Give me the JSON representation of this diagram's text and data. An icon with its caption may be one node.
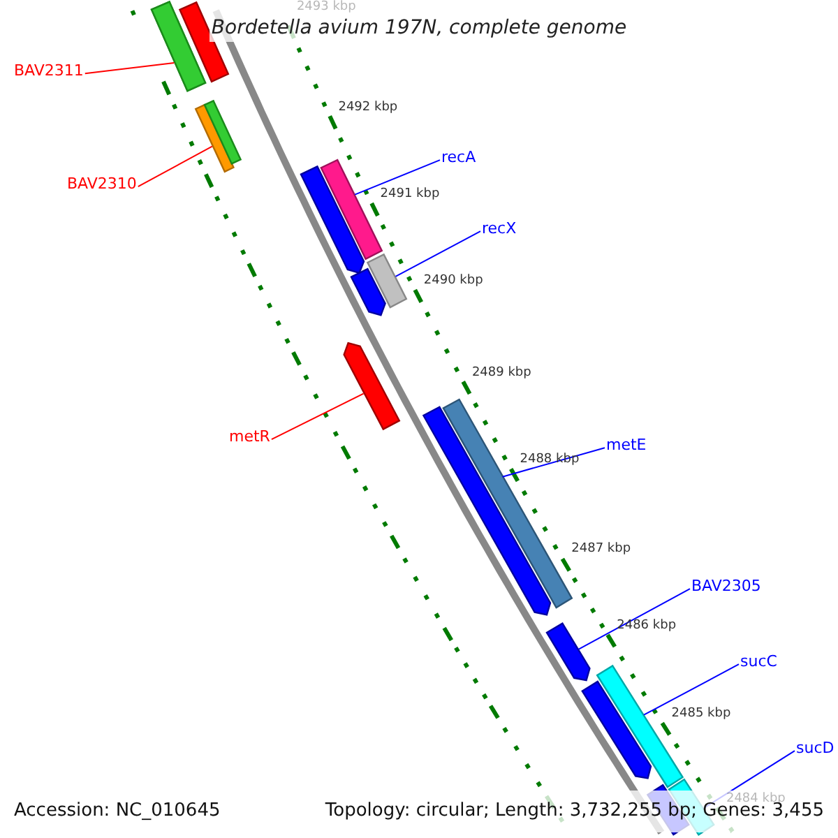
{
  "diagram": {
    "title": "Bordetella avium 197N, complete genome",
    "nodes": [
      {
        "text": [
          "BAV2311"
        ]
      },
      {
        "text": [],
        "shape": "bar"
      },
      {
        "text": [
          "BAV2310"
        ]
      },
      {
        "text": [],
        "shape": "bar"
      },
      {
        "text": [
          "recA"
        ]
      },
      {
        "text": [],
        "shape": "bar"
      },
      {
        "text": [
          "recX"
        ]
      },
      {
        "text": [],
        "shape": "bar"
      },
      {
        "text": [
          "metR"
        ]
      },
      {
        "text": [],
        "shape": "bar"
      },
      {
        "text": [
          "metE"
        ]
      },
      {
        "text": [],
        "shape": "bar"
      },
      {
        "text": [
          "BAV2305"
        ]
      },
      {
        "text": [],
        "shape": "bar"
      },
      {
        "text": [
          "sucC"
        ]
      },
      {
        "text": [],
        "shape": "bar"
      },
      {
        "text": [
          "sucD"
        ]
      },
      {
        "text": [],
        "shape": "bar"
      },
      {
        "text": [],
        "shape": "bar"
      },
      {
        "text": [],
        "shape": "bar"
      },
      {
        "text": [],
        "shape": "bar"
      },
      {
        "text": [],
        "shape": "bar"
      },
      {
        "text": [],
        "shape": "bar"
      },
      {
        "text": [],
        "shape": "bar"
      },
      {
        "text": [],
        "shape": "bar"
      },
      {
        "text": [],
        "shape": "bar"
      }
    ],
    "edges": [
      {
        "from": 0,
        "to": 1,
        "arrow": "none",
        "color": "#ff0000"
      },
      {
        "from": 2,
        "to": 3,
        "arrow": "none",
        "color": "#ff0000"
      },
      {
        "from": 4,
        "to": 5,
        "arrow": "none"
      },
      {
        "from": 6,
        "to": 7,
        "arrow": "none"
      },
      {
        "from": 8,
        "to": 9,
        "arrow": "none",
        "color": "#ff0000"
      },
      {
        "from": 10,
        "to": 11,
        "arrow": "none"
      },
      {
        "from": 12,
        "to": 13,
        "arrow": "none"
      },
      {
        "from": 14,
        "to": 15,
        "arrow": "none"
      },
      {
        "from": 16,
        "to": 17,
        "arrow": "none"
      }
    ],
    "labels": [
      "2493 kbp",
      "2492 kbp",
      "2491 kbp",
      "2490 kbp",
      "2489 kbp",
      "2488 kbp",
      "2487 kbp",
      "2486 kbp",
      "2485 kbp",
      "2484 kbp",
      "Accession: NC_010645",
      "Topology: circular; Length: 3,732,255 bp; Genes: 3,455"
    ]
  }
}
